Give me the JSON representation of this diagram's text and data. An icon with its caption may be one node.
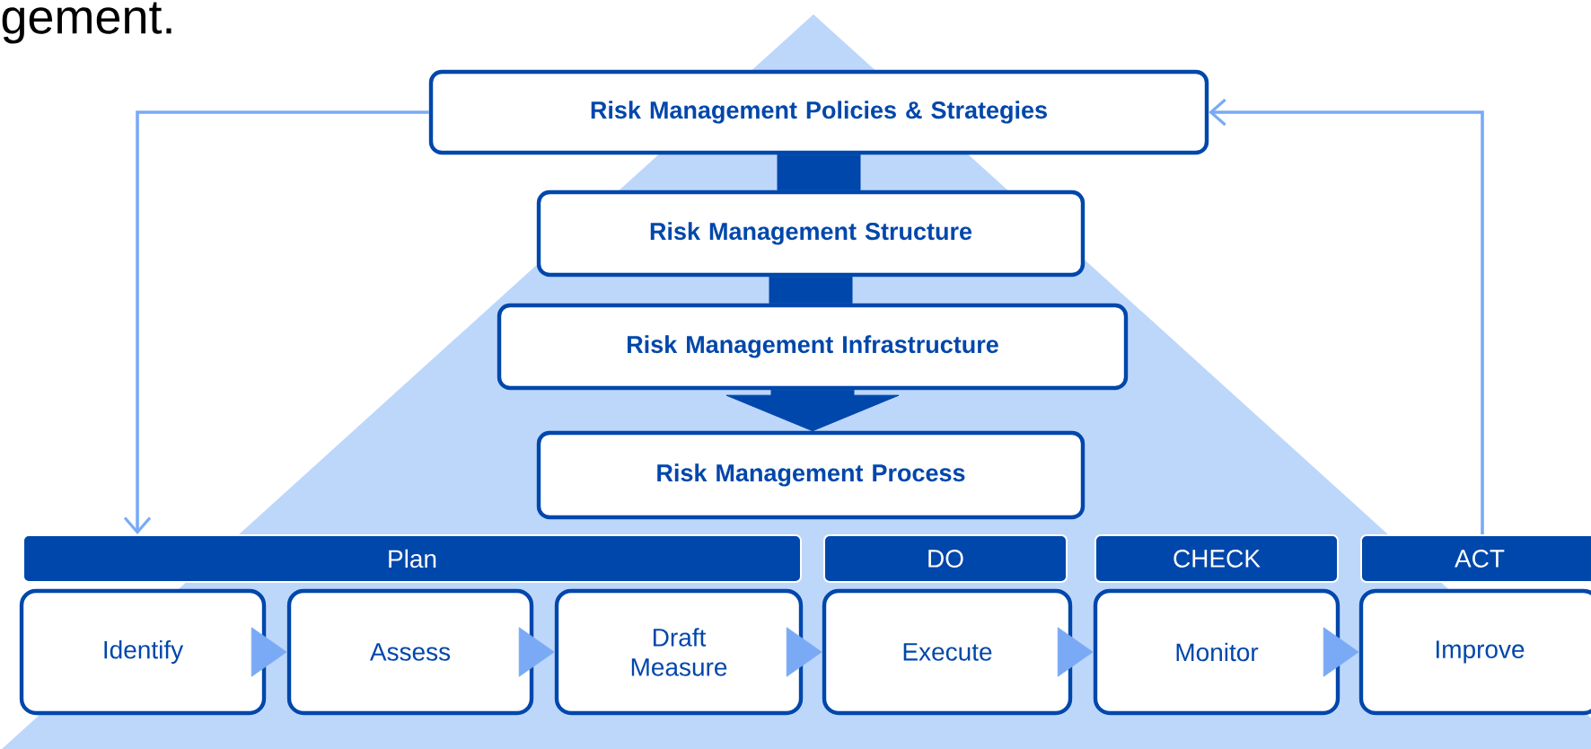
{
  "diagram": {
    "nodes": [
      {
        "text": [
          "Risk Management Policies & Strategies"
        ]
      },
      {
        "text": [
          "Risk Management Structure"
        ]
      },
      {
        "text": [
          "Risk Management Infrastructure"
        ]
      },
      {
        "text": [
          "Risk Management Process"
        ]
      },
      {
        "text": [
          "Plan"
        ]
      },
      {
        "text": [
          "DO"
        ]
      },
      {
        "text": [
          "CHECK"
        ]
      },
      {
        "text": [
          "ACT"
        ]
      },
      {
        "text": [
          "Identify"
        ]
      },
      {
        "text": [
          "Assess"
        ]
      },
      {
        "text": [
          "Draft Measure"
        ]
      },
      {
        "text": [
          "Execute"
        ]
      },
      {
        "text": [
          "Monitor"
        ]
      },
      {
        "text": [
          "Improve"
        ]
      }
    ],
    "edges": [
      {
        "from": 0,
        "to": 1,
        "arrow": "none",
        "style": "thick",
        "color": "#0047ab"
      },
      {
        "from": 1,
        "to": 2,
        "arrow": "none",
        "style": "thick",
        "color": "#0047ab"
      },
      {
        "from": 2,
        "to": 3,
        "arrow": "to",
        "style": "thick",
        "color": "#0047ab"
      },
      {
        "from": 8,
        "to": 9,
        "arrow": "to",
        "color": "#7aaaf5"
      },
      {
        "from": 9,
        "to": 10,
        "arrow": "to",
        "color": "#7aaaf5"
      },
      {
        "from": 10,
        "to": 11,
        "arrow": "to",
        "color": "#7aaaf5"
      },
      {
        "from": 11,
        "to": 12,
        "arrow": "to",
        "color": "#7aaaf5"
      },
      {
        "from": 12,
        "to": 13,
        "arrow": "to",
        "color": "#7aaaf5"
      },
      {
        "from": 0,
        "to": 4,
        "arrow": "to",
        "color": "#7aaaf5"
      },
      {
        "from": 7,
        "to": 0,
        "arrow": "to",
        "color": "#7aaaf5"
      }
    ],
    "labels": [
      "gement."
    ]
  }
}
